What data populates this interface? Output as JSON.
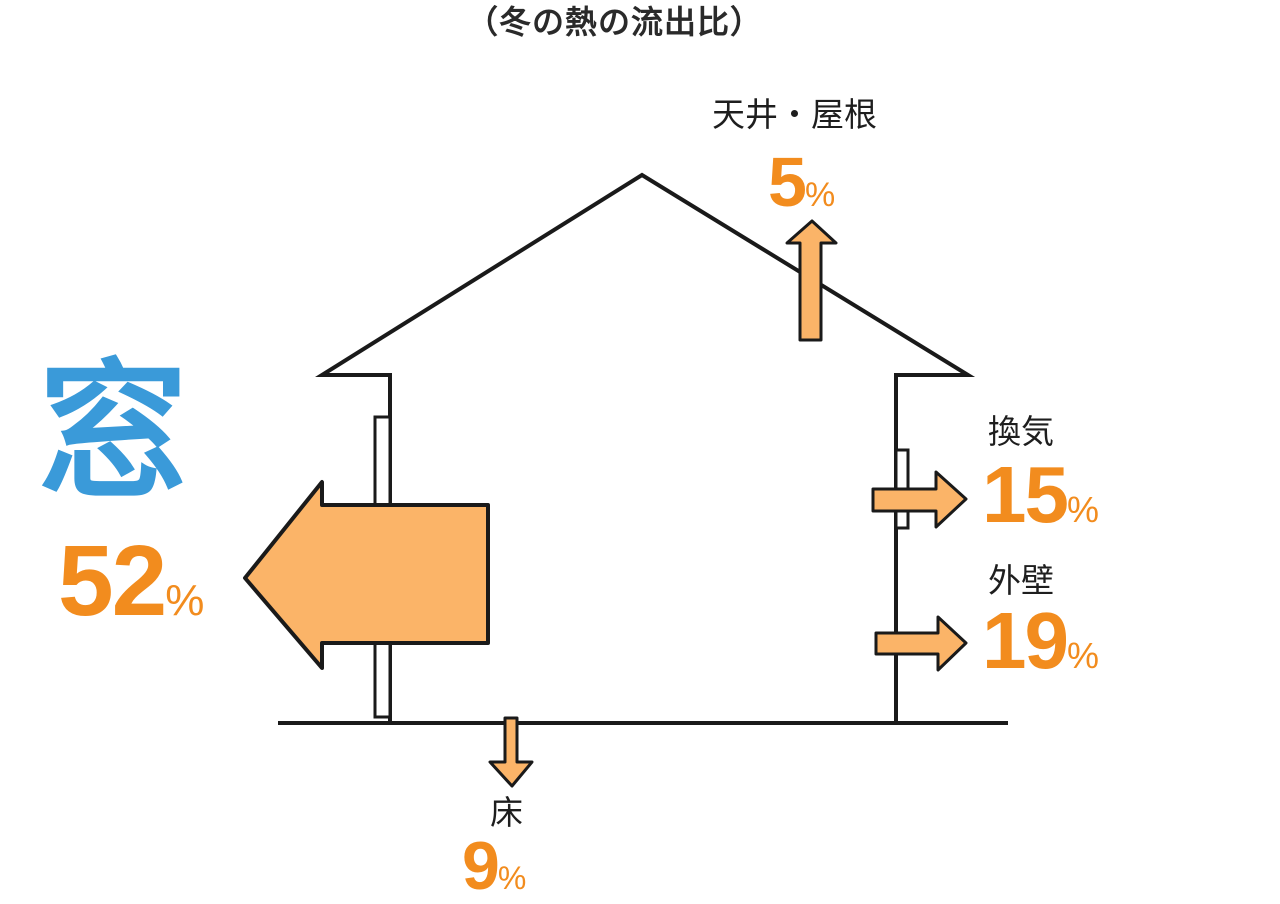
{
  "diagram": {
    "title": "（冬の熱の流出比）",
    "percent_symbol": "%",
    "parts": {
      "window": {
        "name": "窓",
        "value": "52"
      },
      "roof": {
        "name": "天井・屋根",
        "value": "5"
      },
      "vent": {
        "name": "換気",
        "value": "15"
      },
      "wall": {
        "name": "外壁",
        "value": "19"
      },
      "floor": {
        "name": "床",
        "value": "9"
      }
    },
    "colors": {
      "accent_orange": "#f28c1e",
      "arrow_fill": "#fbb468",
      "window_blue": "#3a9ad9",
      "line": "#1a1a1a"
    }
  }
}
